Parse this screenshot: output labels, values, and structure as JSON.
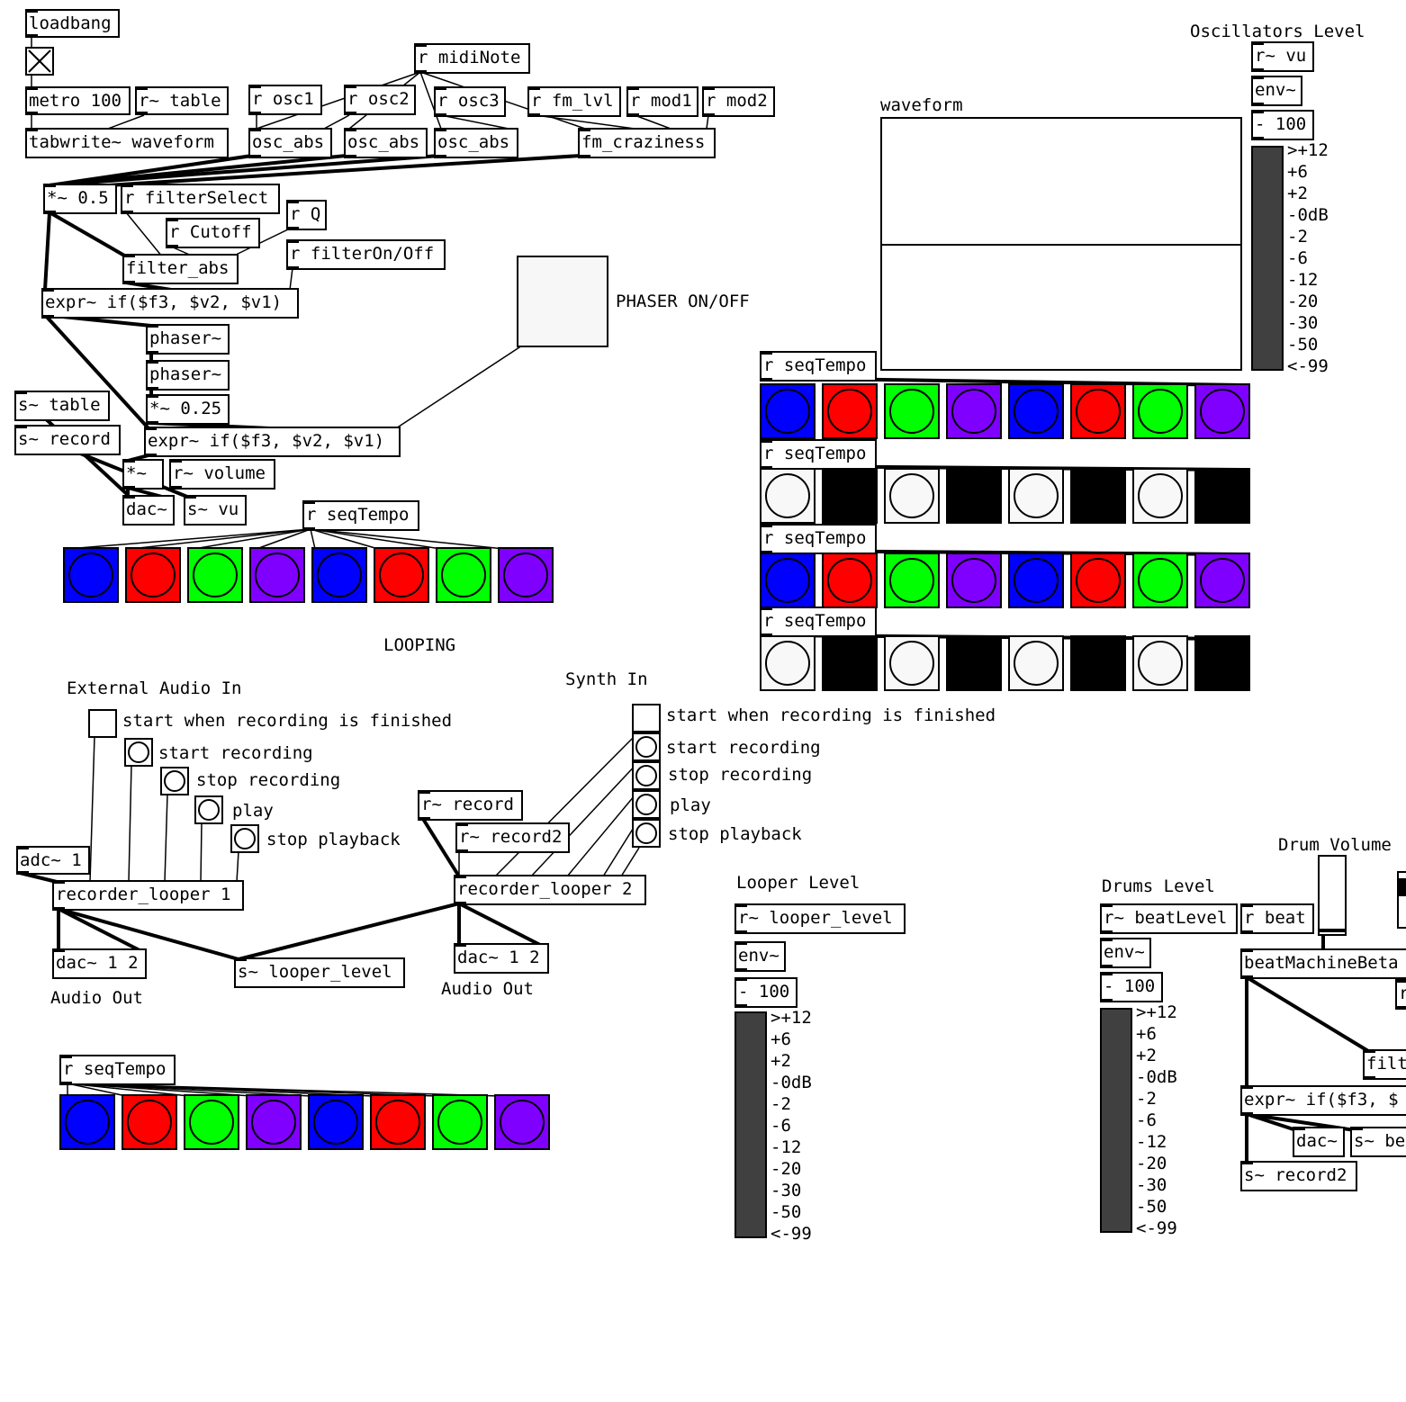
{
  "objects": {
    "loadbang": "loadbang",
    "metro": "metro 100",
    "r_table": "r~ table",
    "tabwrite": "tabwrite~ waveform",
    "r_midinote": "r midiNote",
    "r_osc1": "r osc1",
    "r_osc2": "r osc2",
    "r_osc3": "r osc3",
    "r_fm_lvl": "r fm_lvl",
    "r_mod1": "r mod1",
    "r_mod2": "r mod2",
    "osc_abs_1": "osc_abs",
    "osc_abs_2": "osc_abs",
    "osc_abs_3": "osc_abs",
    "fm_craziness": "fm_craziness",
    "mul_05": "*~ 0.5",
    "r_filterselect": "r filterSelect",
    "r_cutoff": "r Cutoff",
    "r_q": "r Q",
    "r_filteronoff": "r filterOn/Off",
    "filter_abs": "filter_abs",
    "expr_1": "expr~ if($f3, $v2, $v1)",
    "phaser_1": "phaser~",
    "phaser_2": "phaser~",
    "mul_025": "*~ 0.25",
    "s_table": "s~ table",
    "s_record": "s~ record",
    "expr_2": "expr~ if($f3, $v2, $v1)",
    "mul": "*~",
    "r_volume": "r~ volume",
    "dac": "dac~",
    "s_vu": "s~ vu",
    "r_seqtempo_main": "r seqTempo",
    "r_vu": "r~ vu",
    "env_osc": "env~",
    "minus_osc": "- 100",
    "r_seqtempo_1": "r seqTempo",
    "r_seqtempo_2": "r seqTempo",
    "r_seqtempo_3": "r seqTempo",
    "r_seqtempo_4": "r seqTempo",
    "adc": "adc~ 1",
    "recorder_looper_1": "recorder_looper 1",
    "dac_12_a": "dac~ 1 2",
    "s_looper_level": "s~ looper_level",
    "r_record": "r~ record",
    "r_record2": "r~ record2",
    "recorder_looper_2": "recorder_looper 2",
    "dac_12_b": "dac~ 1 2",
    "r_seqtempo_bottom": "r seqTempo",
    "r_looper_level": "r~ looper_level",
    "env_looper": "env~",
    "minus_looper": "- 100",
    "r_beatlevel": "r~ beatLevel",
    "r_beat": "r beat",
    "env_drums": "env~",
    "minus_drums": "- 100",
    "beatmachine": "beatMachineBeta",
    "r_cut": "r",
    "filt": "filt",
    "expr_3": "expr~ if($f3, $",
    "dac_drums": "dac~",
    "s_be": "s~ be",
    "s_record2": "s~ record2"
  },
  "labels": {
    "oscillators_level": "Oscillators Level",
    "waveform": "waveform",
    "phaser_onoff": "PHASER ON/OFF",
    "looping": "LOOPING",
    "external_audio_in": "External Audio In",
    "synth_in": "Synth In",
    "start_when_finished_1": "start when recording is finished",
    "start_recording_1": "start recording",
    "stop_recording_1": "stop recording",
    "play_1": "play",
    "stop_playback_1": "stop playback",
    "start_when_finished_2": "start when recording is finished",
    "start_recording_2": "start recording",
    "stop_recording_2": "stop recording",
    "play_2": "play",
    "stop_playback_2": "stop playback",
    "audio_out_1": "Audio Out",
    "audio_out_2": "Audio Out",
    "looper_level": "Looper Level",
    "drums_level": "Drums Level",
    "drum_volume": "Drum Volume"
  },
  "vu_scale": [
    ">+12",
    "+6",
    "+2",
    "-0dB",
    "-2",
    "-6",
    "-12",
    "-20",
    "-30",
    "-50",
    "<-99"
  ],
  "colors": {
    "blue": "#0000ff",
    "red": "#ff0000",
    "green": "#00ff00",
    "purple": "#8000ff",
    "black": "#000000",
    "white": "#f8f8f8",
    "vu": "#404040"
  },
  "sequencer_rows": {
    "main": [
      "blue",
      "red",
      "green",
      "purple",
      "blue",
      "red",
      "green",
      "purple"
    ],
    "row1": [
      "blue",
      "red",
      "green",
      "purple",
      "blue",
      "red",
      "green",
      "purple"
    ],
    "row2": [
      "white",
      "black",
      "white",
      "black",
      "white",
      "black",
      "white",
      "black"
    ],
    "row3": [
      "blue",
      "red",
      "green",
      "purple",
      "blue",
      "red",
      "green",
      "purple"
    ],
    "row4": [
      "white",
      "black",
      "white",
      "black",
      "white",
      "black",
      "white",
      "black"
    ],
    "bottom": [
      "blue",
      "red",
      "green",
      "purple",
      "blue",
      "red",
      "green",
      "purple"
    ]
  }
}
